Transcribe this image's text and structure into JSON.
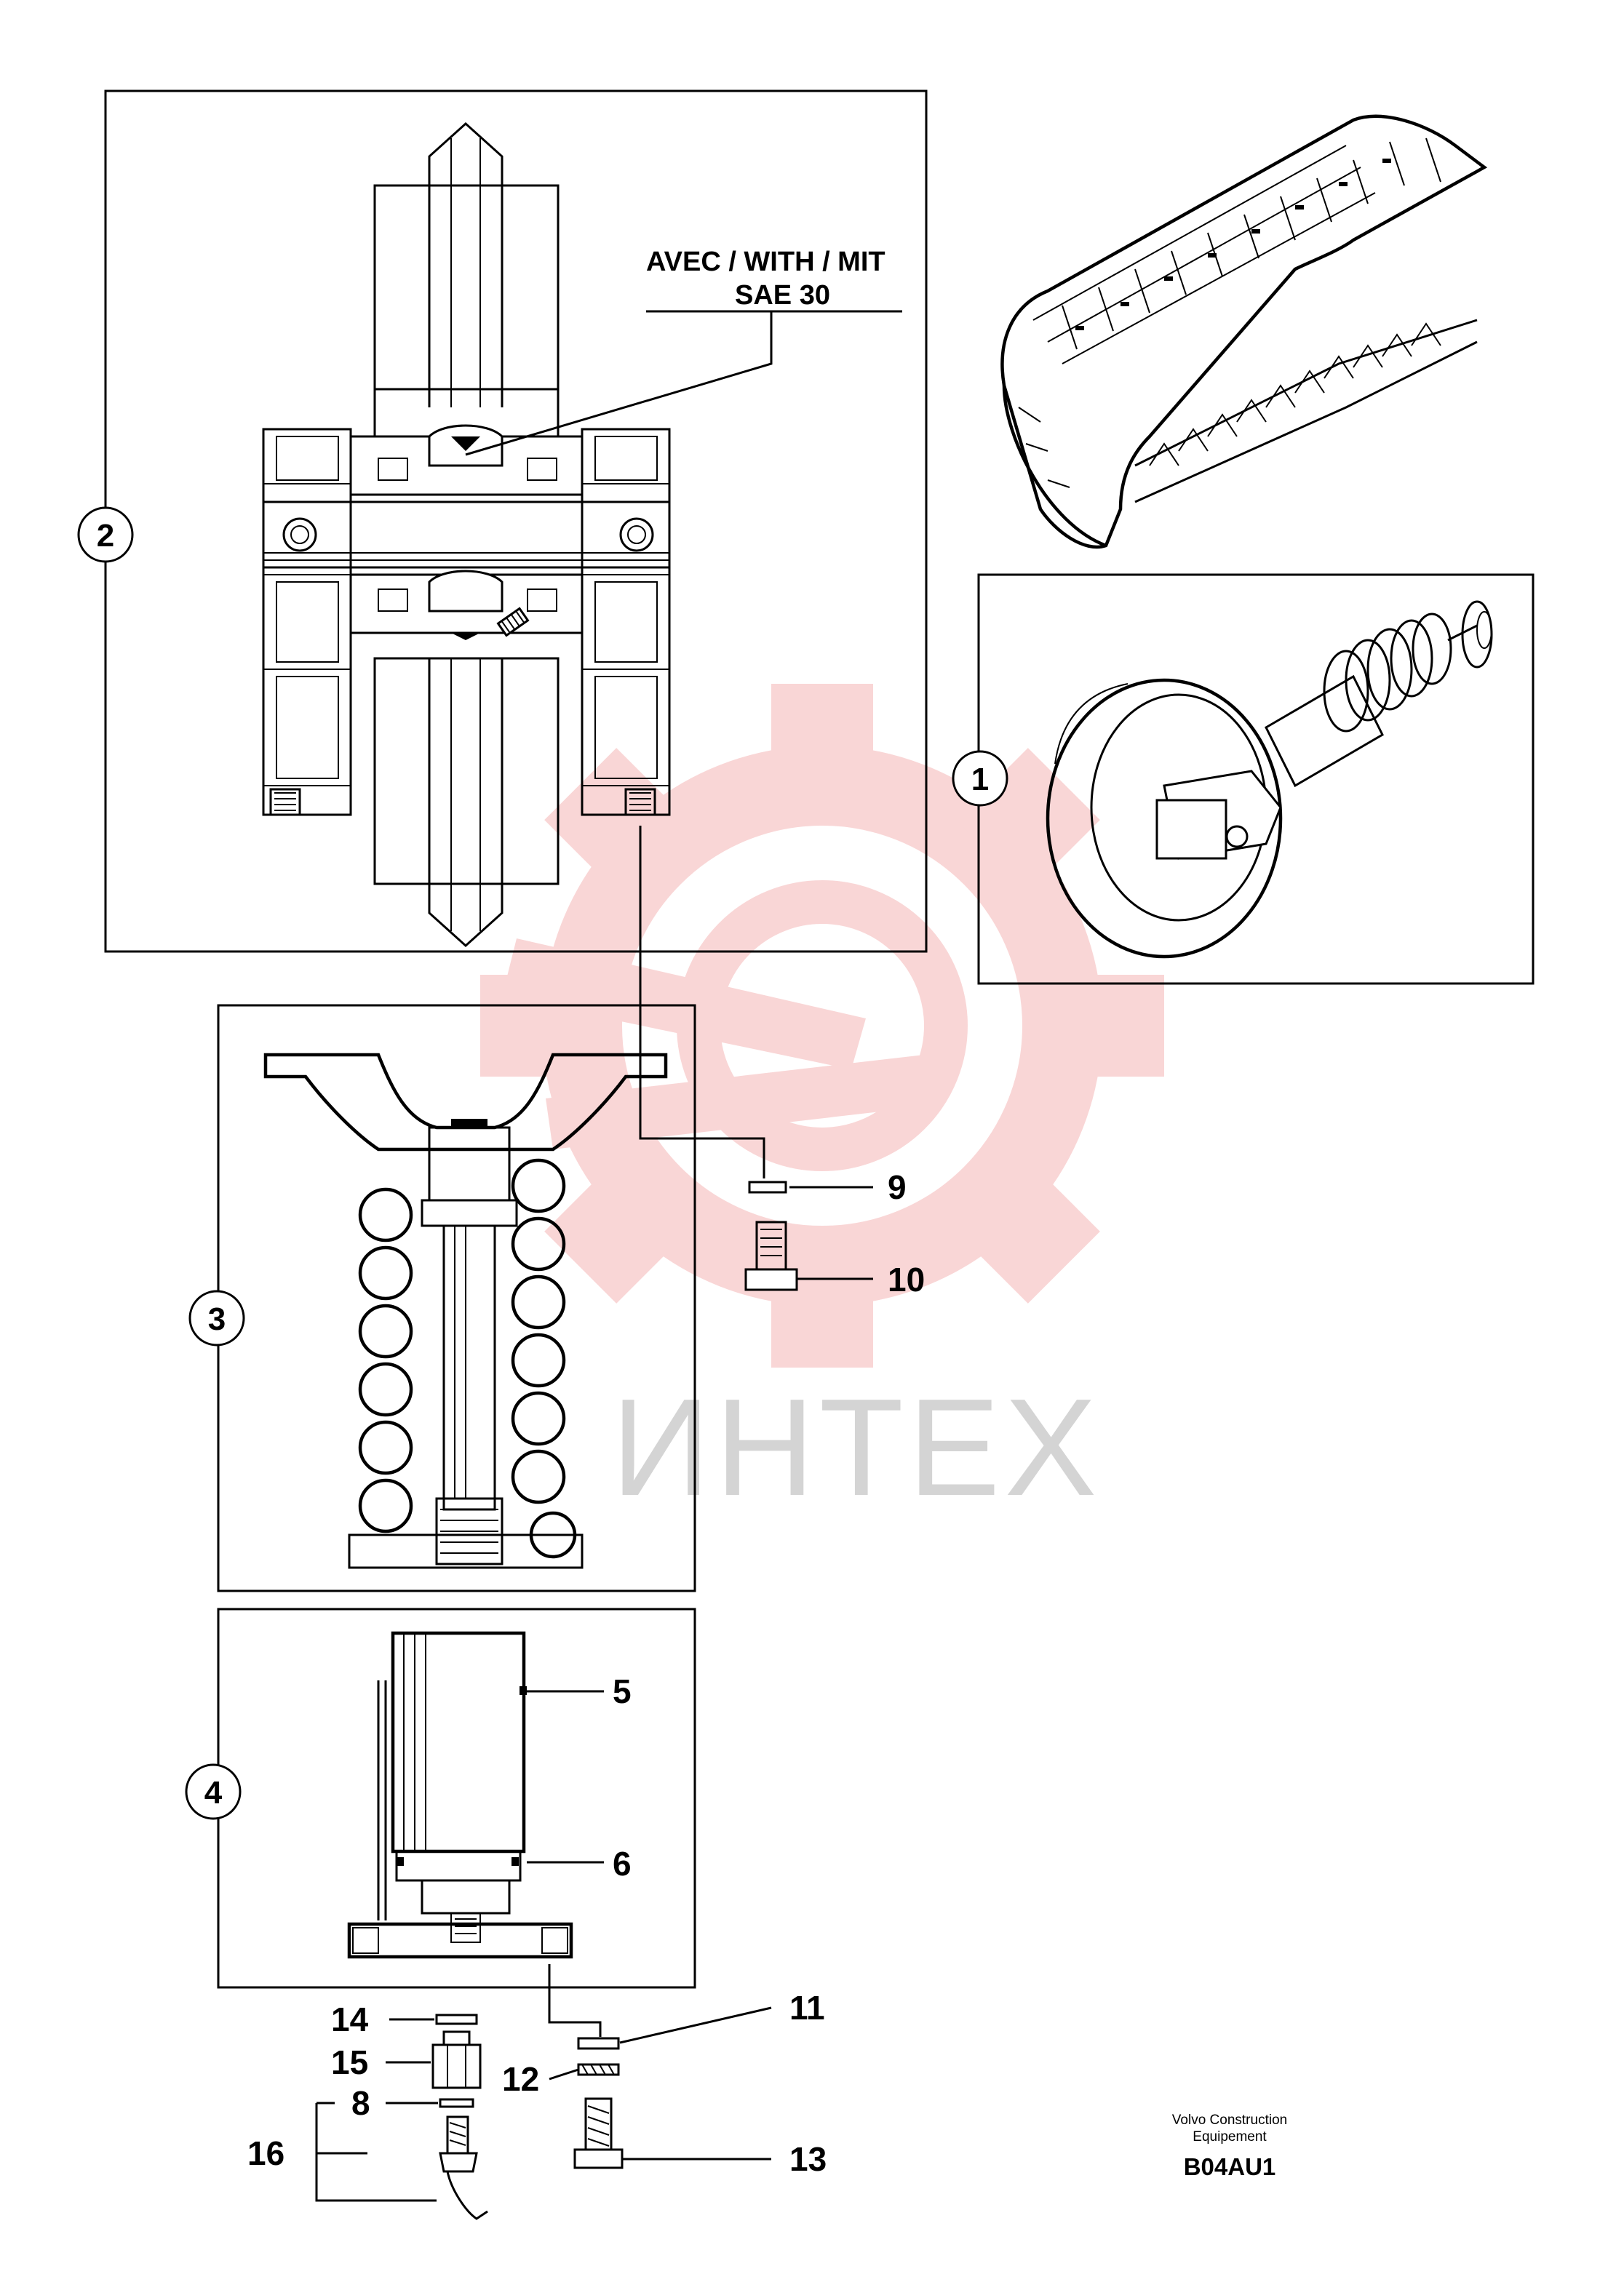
{
  "annotation": {
    "line1": "AVEC / WITH / MIT",
    "line2": "SAE 30"
  },
  "callouts": {
    "c1": "1",
    "c2": "2",
    "c3": "3",
    "c4": "4"
  },
  "parts": {
    "p5": "5",
    "p6": "6",
    "p8": "8",
    "p9": "9",
    "p10": "10",
    "p11": "11",
    "p12": "12",
    "p13": "13",
    "p14": "14",
    "p15": "15",
    "p16": "16"
  },
  "footer": {
    "company_line1": "Volvo Construction",
    "company_line2": "Equipement",
    "code": "B04AU1"
  },
  "watermark": {
    "text": "ИНТЕХ",
    "color": "#f0a0a0"
  }
}
